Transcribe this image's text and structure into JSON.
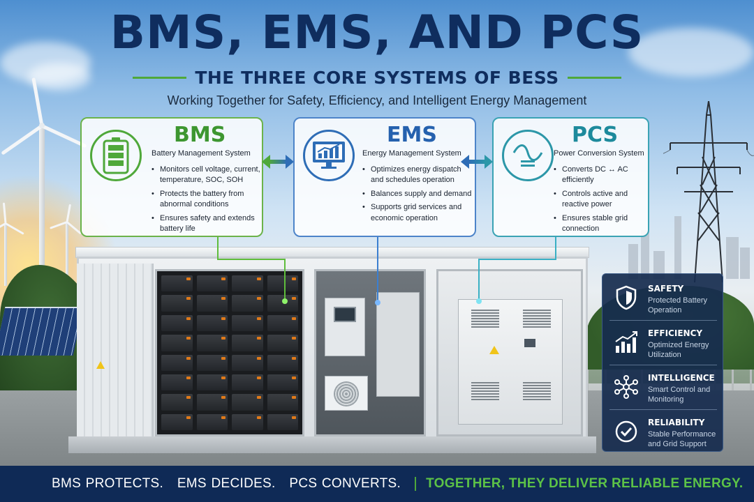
{
  "header": {
    "title": "BMS, EMS, AND PCS",
    "subtitle": "THE THREE CORE SYSTEMS OF BESS",
    "tagline": "Working Together for Safety, Efficiency, and Intelligent Energy Management"
  },
  "systems": [
    {
      "name": "BMS",
      "full_name": "Battery Management System",
      "icon": "battery-icon",
      "color": "#3d9630",
      "points": [
        "Monitors cell voltage, current, temperature, SOC, SOH",
        "Protects the battery from abnormal conditions",
        "Ensures safety and extends battery life"
      ]
    },
    {
      "name": "EMS",
      "full_name": "Energy Management System",
      "icon": "analytics-monitor-icon",
      "color": "#2561ae",
      "points": [
        "Optimizes energy dispatch and schedules operation",
        "Balances supply and demand",
        "Supports grid services and economic operation"
      ]
    },
    {
      "name": "PCS",
      "full_name": "Power Conversion System",
      "icon": "ac-dc-conversion-icon",
      "color": "#1d8a9c",
      "points": [
        "Converts DC ↔ AC efficiently",
        "Controls active and reactive power",
        "Ensures stable grid connection"
      ]
    }
  ],
  "benefits": [
    {
      "title": "SAFETY",
      "description": "Protected Battery Operation",
      "icon": "shield-icon"
    },
    {
      "title": "EFFICIENCY",
      "description": "Optimized Energy Utilization",
      "icon": "bar-chart-icon"
    },
    {
      "title": "INTELLIGENCE",
      "description": "Smart Control and Monitoring",
      "icon": "network-icon"
    },
    {
      "title": "RELIABILITY",
      "description": "Stable Performance and Grid Support",
      "icon": "check-circle-icon"
    }
  ],
  "footer": {
    "statement": "BMS PROTECTS.   EMS DECIDES.   PCS CONVERTS.",
    "conclusion": "TOGETHER, THEY DELIVER RELIABLE ENERGY."
  },
  "colors": {
    "navy": "#0f2d5e",
    "green": "#4fa83a",
    "blue": "#2e6db6",
    "teal": "#2c97a8",
    "footer_bg": "#0f2a56",
    "footer_accent": "#5cc247"
  }
}
